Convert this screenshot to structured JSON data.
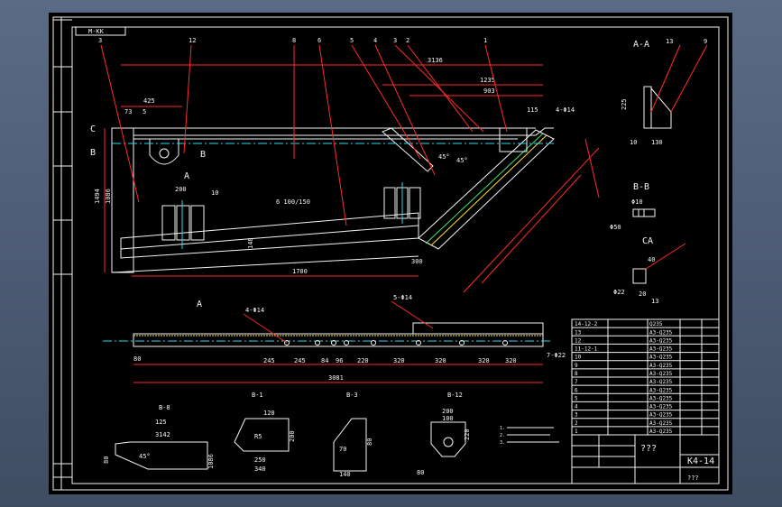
{
  "title_block": {
    "top_left_tag": "M-KK",
    "drawing_no": "K4-14",
    "name": "???",
    "scale": "???"
  },
  "section_labels": {
    "aa": "A-A",
    "bb": "B-B",
    "ca": "CA",
    "a_mark": "A",
    "a_mark2": "A",
    "b_mark": "B",
    "c_mark": "C",
    "b1": "B-1",
    "b8": "B-8",
    "b12": "B-12",
    "b3": "B-3"
  },
  "dimensions": {
    "d3136": "3136",
    "d1235": "1235",
    "d903": "903",
    "d425": "425",
    "d73": "73",
    "d5": "5",
    "d1494": "1494",
    "d1086": "1086",
    "d200": "200",
    "d10": "10",
    "d1700": "1700",
    "d148": "148",
    "d300": "300",
    "slope": "6 100/150",
    "d45a": "45°",
    "d45b": "45°",
    "d115": "115",
    "d4_14": "4-Φ14",
    "d5_14": "5-Φ14",
    "d4_14b": "4-Φ14",
    "d_bottom": [
      "245",
      "245",
      "84",
      "96",
      "220",
      "320",
      "320",
      "320",
      "320"
    ],
    "d3081": "3081",
    "d7_22": "7-Φ22",
    "d125": "125",
    "d3142": "3142",
    "d80": "80",
    "d45c": "45°",
    "d1086b": "1086",
    "d120": "120",
    "d250": "250",
    "d340": "340",
    "d200b": "200",
    "d1s": "R5",
    "d70": "70",
    "d80b": "80",
    "d140": "140",
    "d200c": "200",
    "d100": "100",
    "d220": "220",
    "d13": "13",
    "d130": "130",
    "d225": "225",
    "dphi10": "Φ10",
    "dphi50": "Φ50",
    "d40": "40",
    "d20": "20",
    "dphi22": "Φ22",
    "d13b": "13",
    "dx3": "3"
  },
  "parts_table": {
    "col_no": [
      "14-12-2",
      "13",
      "12",
      "11-12-1",
      "10",
      "9",
      "8",
      "7",
      "6",
      "5",
      "4",
      "3",
      "2",
      "1"
    ],
    "col_mat": [
      "Q235",
      "A3-Q235",
      "A3-Q235",
      "A3-Q235",
      "A3-Q235",
      "A3-Q235",
      "A3-Q235",
      "A3-Q235",
      "A3-Q235",
      "A3-Q235",
      "A3-Q235",
      "A3-Q235",
      "A3-Q235",
      "A3-Q235"
    ]
  },
  "notes": [
    "1.",
    "2.",
    "3."
  ]
}
